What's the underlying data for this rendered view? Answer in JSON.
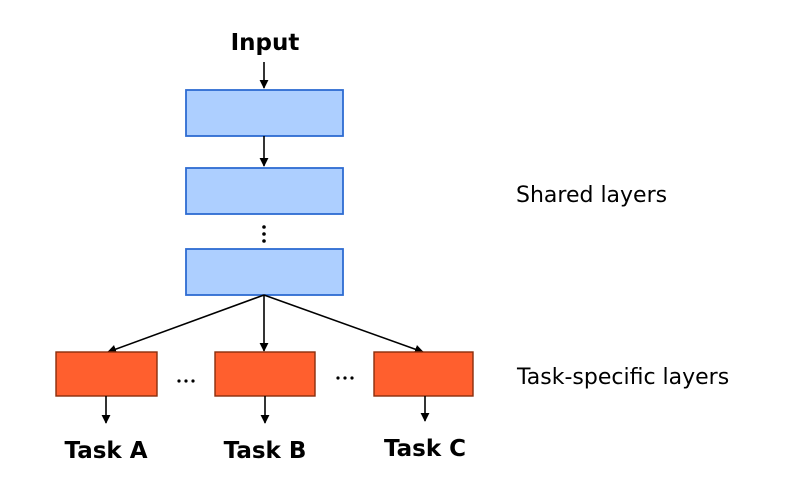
{
  "title": "Input",
  "groups": {
    "shared_label": "Shared layers",
    "task_label": "Task-specific layers"
  },
  "tasks": [
    {
      "label": "Task A"
    },
    {
      "label": "Task B"
    },
    {
      "label": "Task C"
    }
  ],
  "colors": {
    "shared_fill": "#adcfff",
    "shared_stroke": "#2e6bd1",
    "task_fill": "#ff5f2e",
    "task_stroke": "#8a2e0c",
    "arrow": "#000000"
  }
}
